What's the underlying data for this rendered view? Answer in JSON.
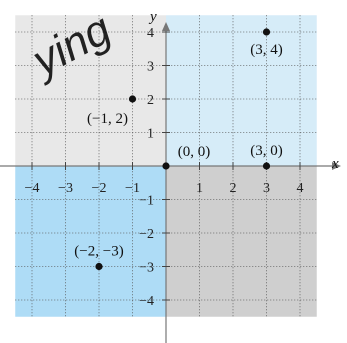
{
  "chart_data": {
    "type": "scatter",
    "xlabel": "x",
    "ylabel": "y",
    "xlim": [
      -4.5,
      4.5
    ],
    "ylim": [
      -4.5,
      4.5
    ],
    "grid": true,
    "x_ticks": [
      {
        "value": -4,
        "label": "−4"
      },
      {
        "value": -3,
        "label": "−3"
      },
      {
        "value": -2,
        "label": "−2"
      },
      {
        "value": -1,
        "label": "−1"
      },
      {
        "value": 1,
        "label": "1"
      },
      {
        "value": 2,
        "label": "2"
      },
      {
        "value": 3,
        "label": "3"
      },
      {
        "value": 4,
        "label": "4"
      }
    ],
    "y_ticks": [
      {
        "value": 4,
        "label": "4"
      },
      {
        "value": 3,
        "label": "3"
      },
      {
        "value": 2,
        "label": "2"
      },
      {
        "value": 1,
        "label": "1"
      },
      {
        "value": -1,
        "label": "−1"
      },
      {
        "value": -2,
        "label": "−2"
      },
      {
        "value": -3,
        "label": "−3"
      },
      {
        "value": -4,
        "label": "−4"
      }
    ],
    "points": [
      {
        "x": 3,
        "y": 4,
        "label": "(3, 4)",
        "label_pos": "below"
      },
      {
        "x": -1,
        "y": 2,
        "label": "(−1, 2)",
        "label_pos": "below-left"
      },
      {
        "x": 0,
        "y": 0,
        "label": "(0, 0)",
        "label_pos": "above-right"
      },
      {
        "x": 3,
        "y": 0,
        "label": "(3, 0)",
        "label_pos": "above"
      },
      {
        "x": -2,
        "y": -3,
        "label": "(−2, −3)",
        "label_pos": "above"
      }
    ],
    "quadrant_colors": {
      "q1": "#d6ecf8",
      "q2": "#e8e8e8",
      "q3": "#aedcf6",
      "q4": "#cfcfcf"
    }
  },
  "watermark": {
    "text": "ying"
  }
}
